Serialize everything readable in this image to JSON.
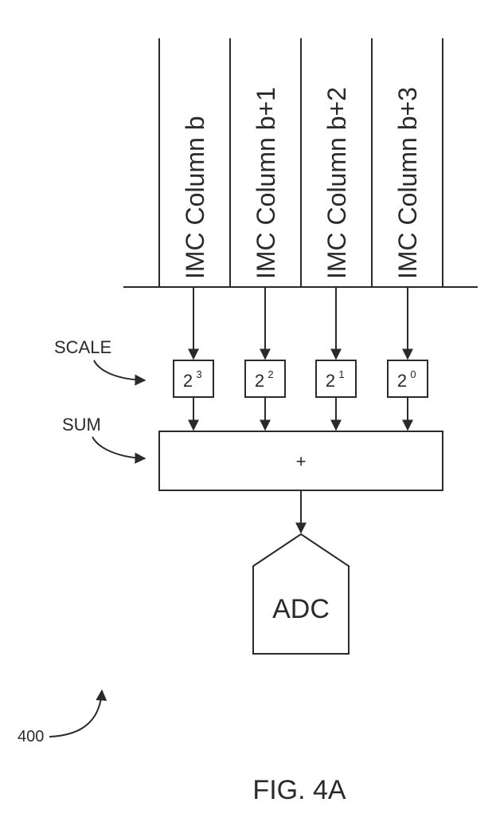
{
  "columns": [
    {
      "label": "IMC Column b",
      "scale_base": "2",
      "scale_exp": "3"
    },
    {
      "label": "IMC Column b+1",
      "scale_base": "2",
      "scale_exp": "2"
    },
    {
      "label": "IMC Column b+2",
      "scale_base": "2",
      "scale_exp": "1"
    },
    {
      "label": "IMC Column b+3",
      "scale_base": "2",
      "scale_exp": "0"
    }
  ],
  "annotations": {
    "scale": "SCALE",
    "sum": "SUM",
    "reference_numeral": "400"
  },
  "sum_block": {
    "symbol": "+"
  },
  "adc": {
    "label": "ADC"
  },
  "figure_caption": "FIG. 4A"
}
